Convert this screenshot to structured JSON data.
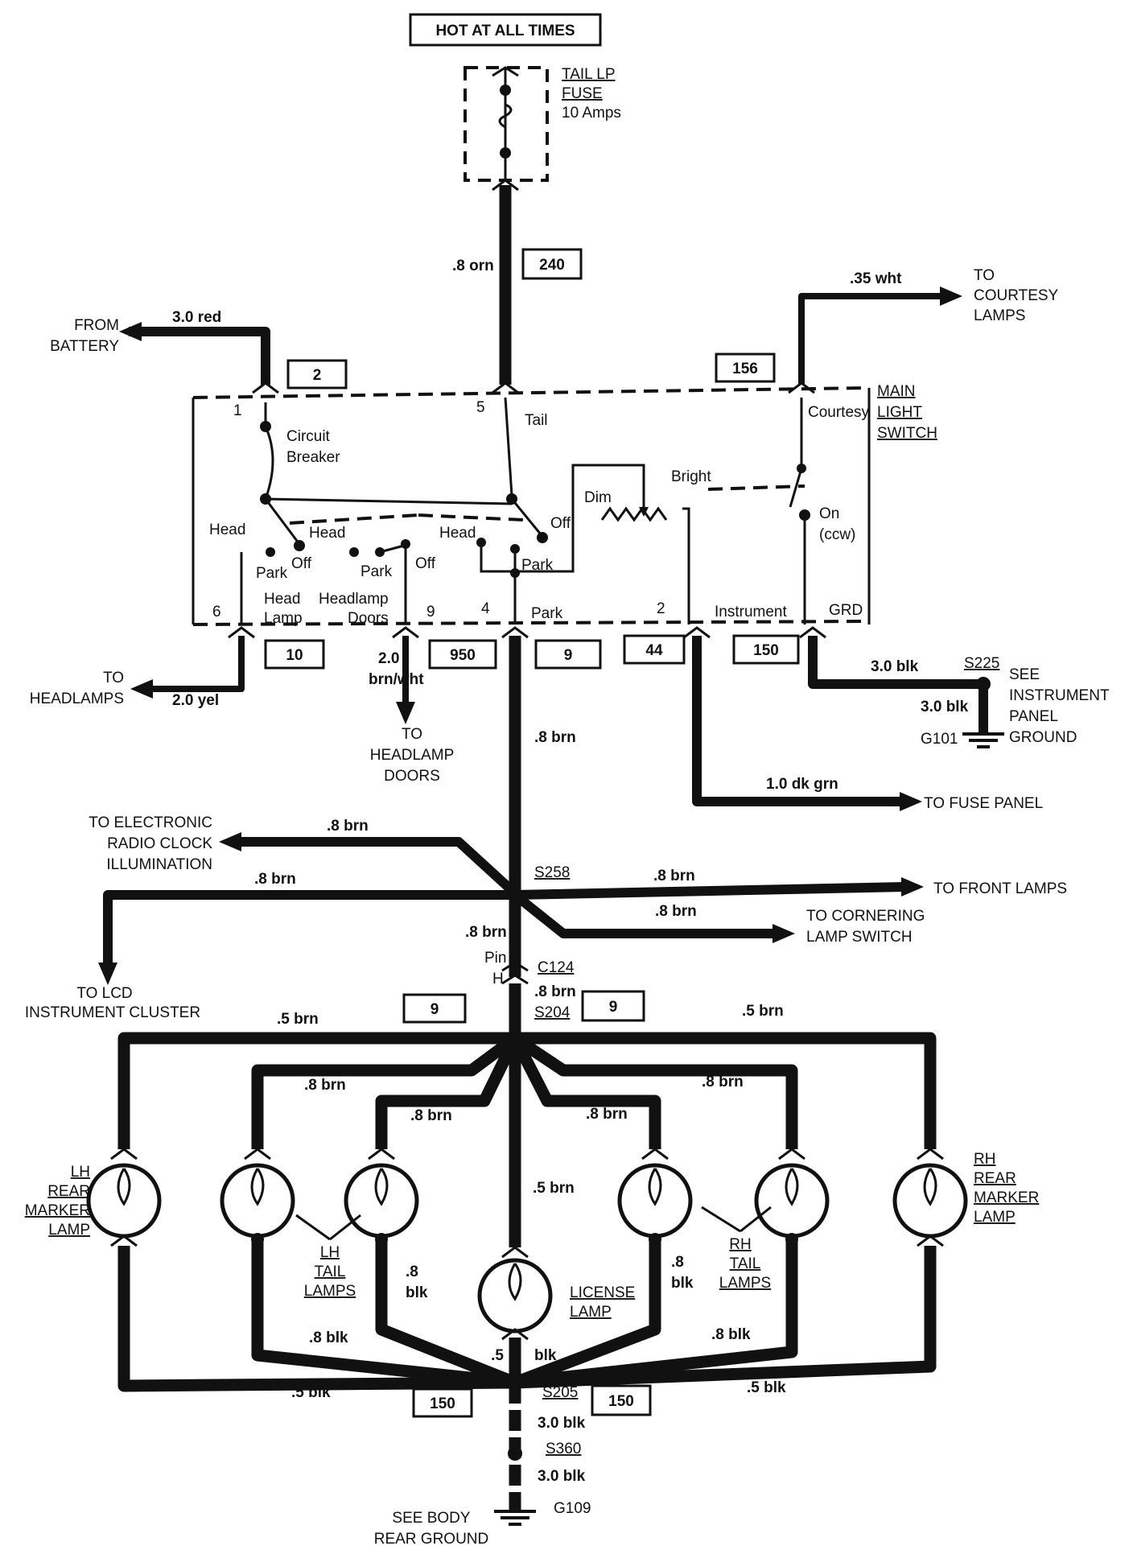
{
  "header": "HOT AT ALL TIMES",
  "fuse": {
    "line1": "TAIL LP",
    "line2": "FUSE",
    "line3": "10 Amps"
  },
  "switch": {
    "name1": "MAIN",
    "name2": "LIGHT",
    "name3": "SWITCH",
    "circuit_breaker1": "Circuit",
    "circuit_breaker2": "Breaker",
    "tail": "Tail",
    "courtesy": "Courtesy",
    "bright": "Bright",
    "dim": "Dim",
    "off": "Off",
    "on": "On",
    "ccw": "(ccw)",
    "head": "Head",
    "park": "Park",
    "head_lamp1": "Head",
    "head_lamp2": "Lamp",
    "headlamp_doors1": "Headlamp",
    "headlamp_doors2": "Doors",
    "park_term": "Park",
    "instrument": "Instrument",
    "grd": "GRD",
    "pins": {
      "p1": "1",
      "p5": "5",
      "p6": "6",
      "p9": "9",
      "p4": "4",
      "p2": "2"
    }
  },
  "circuits": {
    "c240": "240",
    "c2": "2",
    "c156": "156",
    "c10": "10",
    "c950": "950",
    "c9a": "9",
    "c44": "44",
    "c150a": "150",
    "c9b": "9",
    "c9c": "9",
    "c150b": "150",
    "c150c": "150"
  },
  "wires": {
    "orn": ".8 orn",
    "red": "3.0 red",
    "wht": ".35 wht",
    "yel": "2.0 yel",
    "brnwht1": "2.0",
    "brnwht2": "brn/wht",
    "brn_main": ".8 brn",
    "dkgrn": "1.0 dk grn",
    "blk_gnd": "3.0 blk",
    "blk_gnd2": "3.0 blk",
    "brn_radio": ".8 brn",
    "brn_lcd": ".8 brn",
    "brn_front": ".8 brn",
    "brn_corner": ".8 brn",
    "brn_c124": ".8 brn",
    "brn_s204": ".8 brn",
    "brn5_left": ".5 brn",
    "brn5_right": ".5 brn",
    "brn8_a": ".8 brn",
    "brn8_b": ".8 brn",
    "brn8_c": ".8 brn",
    "brn8_d": ".8 brn",
    "brn5_license": ".5 brn",
    "blk8_left": ".8 blk",
    "blk8_right": ".8 blk",
    "blk8_l1": ".8",
    "blk8_l2": "blk",
    "blk8_r1": ".8",
    "blk8_r2": "blk",
    "blk5_lic1": ".5",
    "blk5_lic2": "blk",
    "blk5_left": ".5 blk",
    "blk5_right": ".5 blk",
    "blk3_a": "3.0 blk",
    "blk3_b": "3.0 blk"
  },
  "splices": {
    "s225": "S225",
    "s258": "S258",
    "c124": "C124",
    "pin1": "Pin",
    "pin2": "H",
    "s204": "S204",
    "s205": "S205",
    "s360": "S360",
    "g101": "G101",
    "g109": "G109"
  },
  "destinations": {
    "battery1": "FROM",
    "battery2": "BATTERY",
    "courtesy1": "TO",
    "courtesy2": "COURTESY",
    "courtesy3": "LAMPS",
    "headlamps1": "TO",
    "headlamps2": "HEADLAMPS",
    "doors1": "TO",
    "doors2": "HEADLAMP",
    "doors3": "DOORS",
    "ipgnd1": "SEE",
    "ipgnd2": "INSTRUMENT",
    "ipgnd3": "PANEL",
    "ipgnd4": "GROUND",
    "fuse_panel": "TO FUSE PANEL",
    "radio1": "TO ELECTRONIC",
    "radio2": "RADIO CLOCK",
    "radio3": "ILLUMINATION",
    "front": "TO FRONT LAMPS",
    "corner1": "TO CORNERING",
    "corner2": "LAMP SWITCH",
    "lcd1": "TO LCD",
    "lcd2": "INSTRUMENT CLUSTER",
    "rear1": "SEE BODY",
    "rear2": "REAR GROUND"
  },
  "lamps": {
    "lh_marker": [
      "LH",
      "REAR",
      "MARKER",
      "LAMP"
    ],
    "rh_marker": [
      "RH",
      "REAR",
      "MARKER",
      "LAMP"
    ],
    "lh_tail": [
      "LH",
      "TAIL",
      "LAMPS"
    ],
    "rh_tail": [
      "RH",
      "TAIL",
      "LAMPS"
    ],
    "license": [
      "LICENSE",
      "LAMP"
    ]
  }
}
